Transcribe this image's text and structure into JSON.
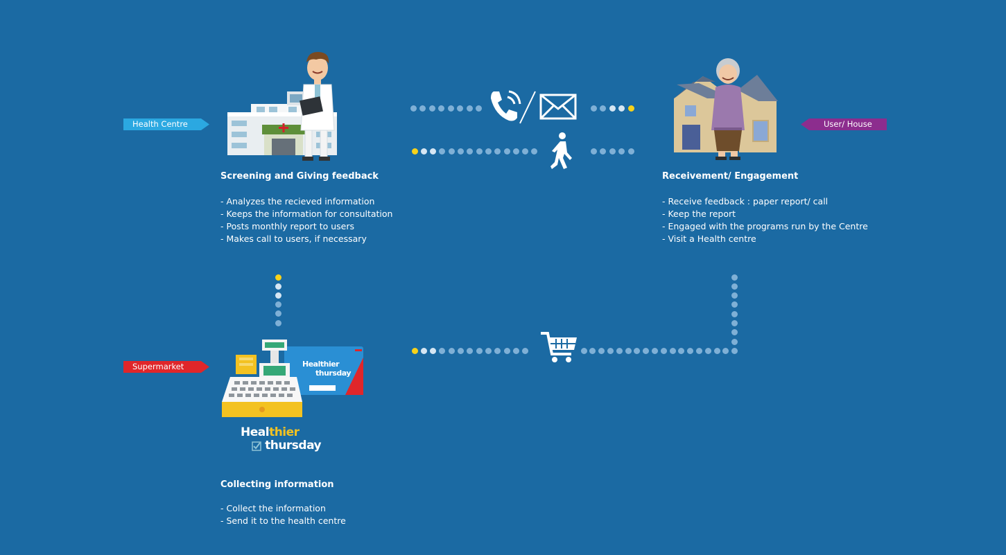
{
  "tags": {
    "health_centre": "Health Centre",
    "supermarket": "Supermarket",
    "user_house": "User/ House"
  },
  "health_centre": {
    "heading": "Screening and Giving feedback",
    "items": [
      "- Analyzes the recieved information",
      "- Keeps the information for consultation",
      "- Posts monthly report to users",
      "- Makes call to users, if necessary"
    ]
  },
  "user_house": {
    "heading": "Receivement/ Engagement",
    "items": [
      "- Receive feedback : paper report/ call",
      "- Keep the report",
      "- Engaged with the programs run by the Centre",
      "- Visit a Health centre"
    ]
  },
  "supermarket": {
    "heading": "Collecting information",
    "items": [
      "- Collect the information",
      "- Send it to the health centre"
    ]
  },
  "logo": {
    "line1_a": "Heal",
    "line1_b": "thier",
    "line2": "thursday"
  },
  "card": {
    "line1": "Healthier",
    "line2": "thursday"
  },
  "icons": {
    "phone": "phone-icon",
    "mail": "mail-icon",
    "walk": "walking-person-icon",
    "cart": "shopping-cart-icon",
    "doctor": "doctor-illustration",
    "hospital": "hospital-illustration",
    "elder": "elderly-woman-illustration",
    "house": "house-illustration",
    "register": "cash-register-illustration",
    "loyalty_card": "loyalty-card-illustration"
  },
  "colors": {
    "background": "#1b6aa3",
    "health_tag": "#2ba8e1",
    "supermarket_tag": "#e0262a",
    "user_tag": "#8c2d8e",
    "dot_yellow": "#f8d21a"
  }
}
